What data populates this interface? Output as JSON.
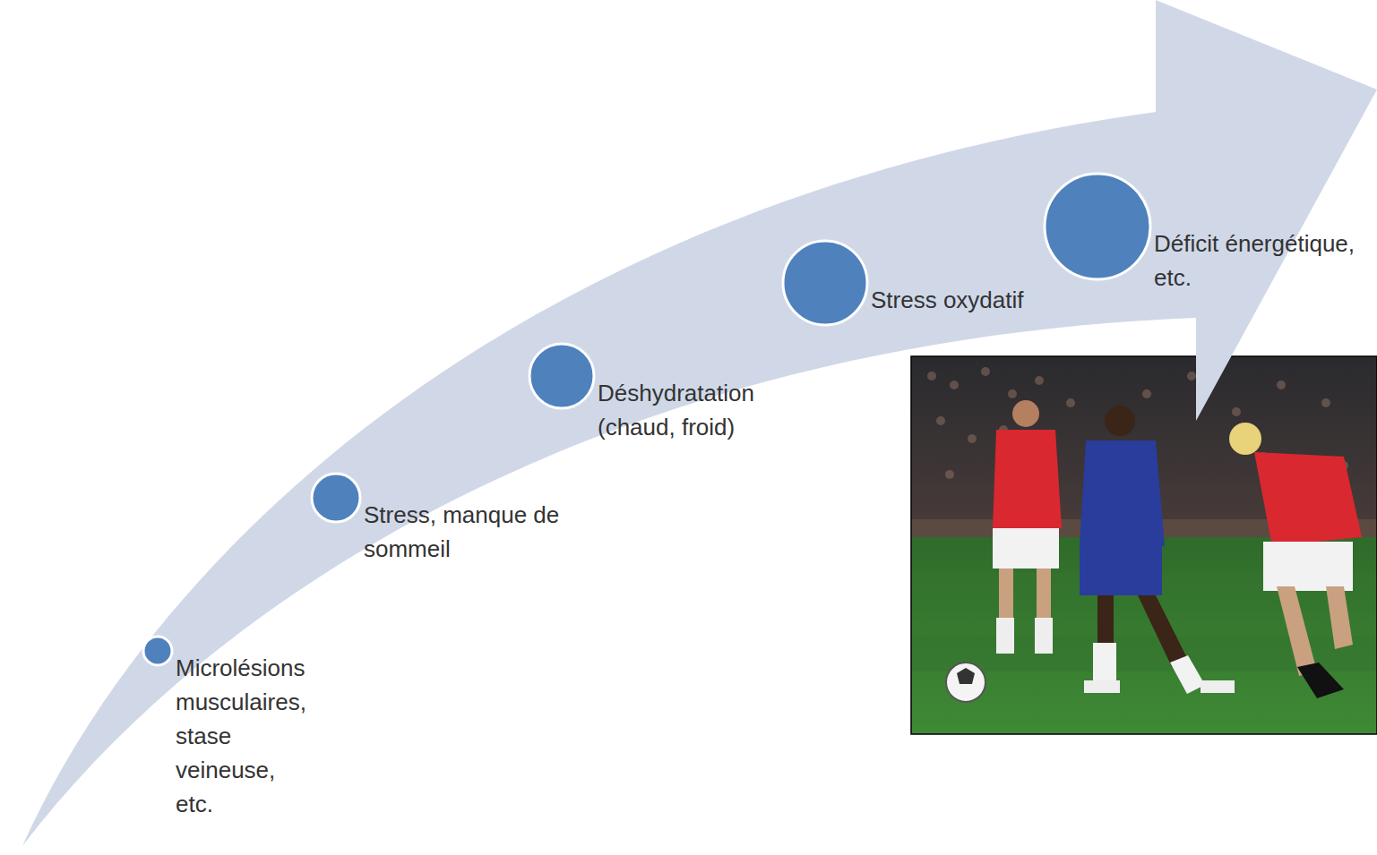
{
  "diagram": {
    "nodes": [
      {
        "text": [
          "Microlésions musculaires, stase veineuse, etc."
        ]
      },
      {
        "text": [
          "Stress, manque de sommeil"
        ]
      },
      {
        "text": [
          "Déshydratation (chaud, froid)"
        ]
      },
      {
        "text": [
          "Stress oxydatif"
        ]
      },
      {
        "text": [
          "Déficit énergétique, etc."
        ]
      }
    ]
  }
}
